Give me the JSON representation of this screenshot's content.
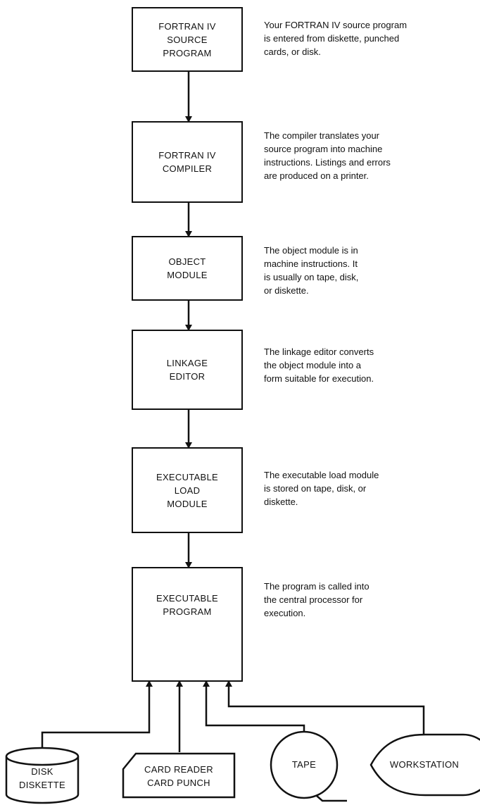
{
  "steps": [
    {
      "label": "FORTRAN IV SOURCE PROGRAM",
      "label_lines": [
        "FORTRAN IV",
        "SOURCE",
        "PROGRAM"
      ],
      "description_lines": [
        "Your FORTRAN IV source program",
        "is entered from diskette, punched",
        "cards, or disk."
      ]
    },
    {
      "label": "FORTRAN IV COMPILER",
      "label_lines": [
        "FORTRAN IV",
        "COMPILER"
      ],
      "description_lines": [
        "The compiler translates your",
        "source program into machine",
        "instructions. Listings and errors",
        "are produced on a printer."
      ]
    },
    {
      "label": "OBJECT MODULE",
      "label_lines": [
        "OBJECT",
        "MODULE"
      ],
      "description_lines": [
        "The object module is in",
        "machine instructions. It",
        "is usually on tape, disk,",
        "or diskette."
      ]
    },
    {
      "label": "LINKAGE EDITOR",
      "label_lines": [
        "LINKAGE",
        "EDITOR"
      ],
      "description_lines": [
        "The linkage editor converts",
        "the object module into a",
        "form suitable for execution."
      ]
    },
    {
      "label": "EXECUTABLE LOAD MODULE",
      "label_lines": [
        "EXECUTABLE",
        "LOAD",
        "MODULE"
      ],
      "description_lines": [
        "The executable load module",
        "is stored on tape, disk, or",
        "diskette."
      ]
    },
    {
      "label": "EXECUTABLE PROGRAM",
      "label_lines": [
        "EXECUTABLE",
        "PROGRAM"
      ],
      "description_lines": [
        "The program is called into",
        "the central processor for",
        "execution."
      ]
    }
  ],
  "devices": [
    {
      "shape": "cylinder",
      "label_lines": [
        "DISK",
        "DISKETTE"
      ]
    },
    {
      "shape": "card",
      "label_lines": [
        "CARD READER",
        "CARD PUNCH"
      ]
    },
    {
      "shape": "tape-reel",
      "label_lines": [
        "TAPE"
      ]
    },
    {
      "shape": "display",
      "label_lines": [
        "WORKSTATION"
      ]
    }
  ]
}
